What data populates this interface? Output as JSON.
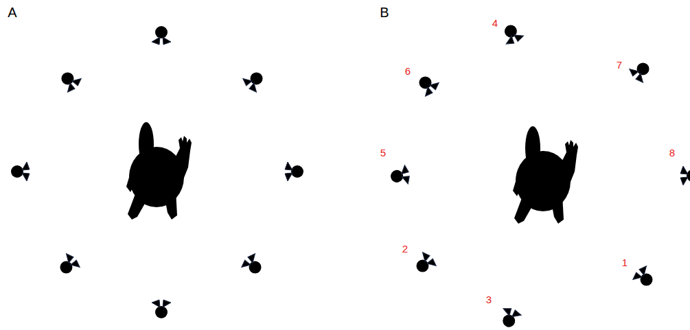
{
  "diagram": {
    "labels": [
      "A",
      "B",
      "4",
      "7",
      "6",
      "5",
      "8",
      "2",
      "1",
      "3"
    ]
  }
}
